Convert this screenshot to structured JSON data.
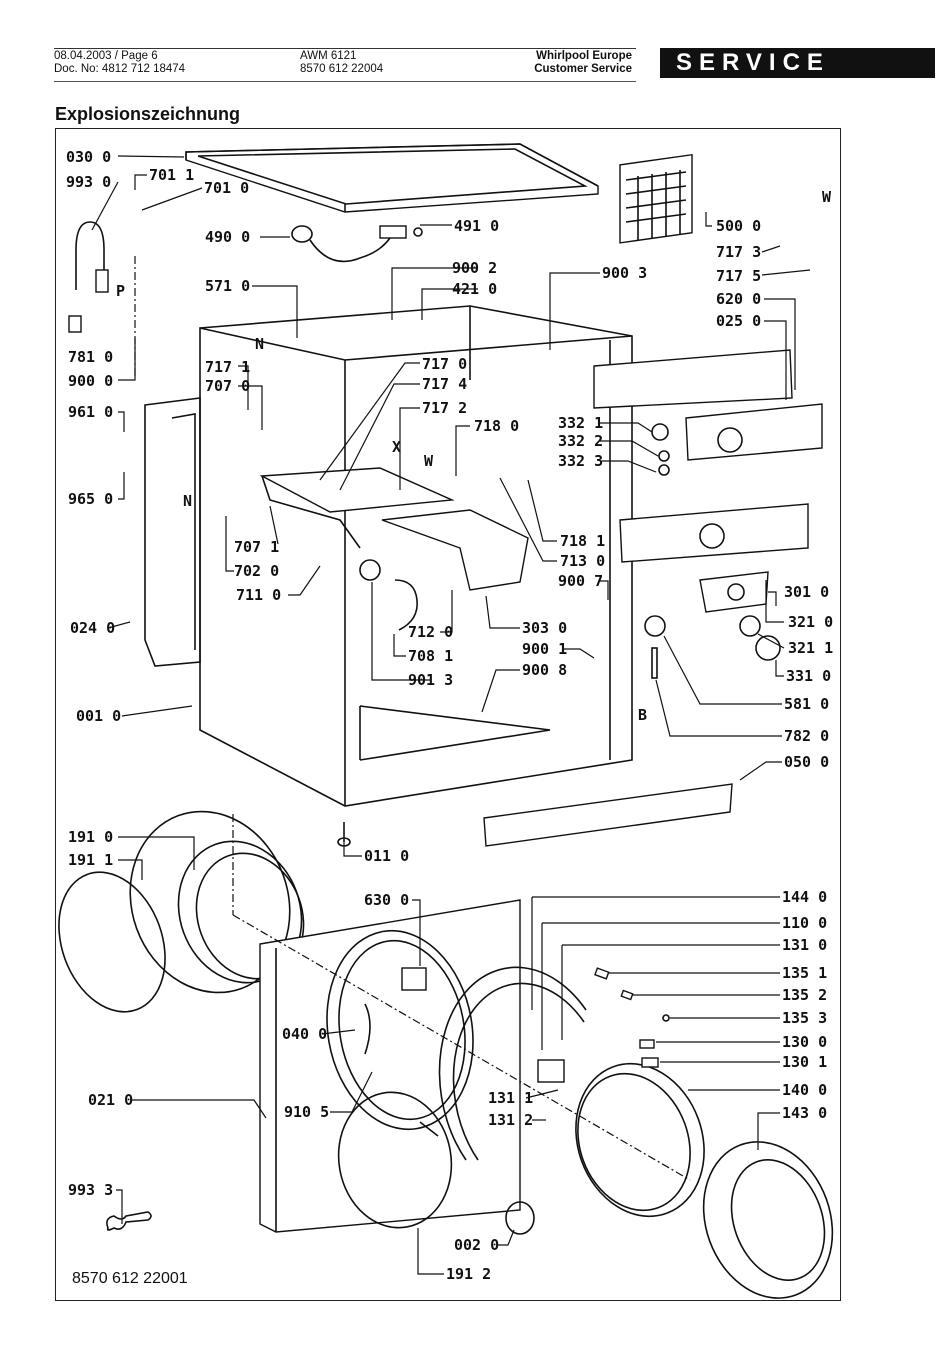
{
  "header": {
    "date_page": "08.04.2003 / Page 6",
    "doc_no": "Doc. No: 4812 712 18474",
    "model": "AWM 6121",
    "model_code": "8570 612 22004",
    "company": "Whirlpool Europe",
    "department": "Customer Service",
    "service_banner": "SERVICE"
  },
  "page_title": "Explosionszeichnung",
  "footer_code": "8570 612 22001",
  "diagram": {
    "description": "Exploded view of washing machine AWM 6121",
    "part_labels": [
      {
        "id": "030 0",
        "area": "top-cover"
      },
      {
        "id": "993 0",
        "area": "top-left"
      },
      {
        "id": "701 1",
        "area": "top-left"
      },
      {
        "id": "701 0",
        "area": "top-left"
      },
      {
        "id": "490 0",
        "area": "top"
      },
      {
        "id": "491 0",
        "area": "top"
      },
      {
        "id": "500 0",
        "area": "top-right"
      },
      {
        "id": "717 3",
        "area": "top-right"
      },
      {
        "id": "717 5",
        "area": "top-right"
      },
      {
        "id": "620 0",
        "area": "top-right"
      },
      {
        "id": "025 0",
        "area": "top-right"
      },
      {
        "id": "571 0",
        "area": "top-left"
      },
      {
        "id": "900 2",
        "area": "top"
      },
      {
        "id": "421 0",
        "area": "top"
      },
      {
        "id": "900 3",
        "area": "top"
      },
      {
        "id": "781 0",
        "area": "left"
      },
      {
        "id": "900 0",
        "area": "left"
      },
      {
        "id": "717 1",
        "area": "left"
      },
      {
        "id": "707 0",
        "area": "left"
      },
      {
        "id": "717 0",
        "area": "middle"
      },
      {
        "id": "717 4",
        "area": "middle"
      },
      {
        "id": "717 2",
        "area": "middle"
      },
      {
        "id": "718 0",
        "area": "middle"
      },
      {
        "id": "332 1",
        "area": "right"
      },
      {
        "id": "332 2",
        "area": "right"
      },
      {
        "id": "332 3",
        "area": "right"
      },
      {
        "id": "961 0",
        "area": "left"
      },
      {
        "id": "965 0",
        "area": "left"
      },
      {
        "id": "718 1",
        "area": "middle-right"
      },
      {
        "id": "713 0",
        "area": "middle-right"
      },
      {
        "id": "900 7",
        "area": "middle-right"
      },
      {
        "id": "707 1",
        "area": "left"
      },
      {
        "id": "702 0",
        "area": "left"
      },
      {
        "id": "711 0",
        "area": "left"
      },
      {
        "id": "301 0",
        "area": "right"
      },
      {
        "id": "321 0",
        "area": "right"
      },
      {
        "id": "321 1",
        "area": "right"
      },
      {
        "id": "331 0",
        "area": "right"
      },
      {
        "id": "024 0",
        "area": "left"
      },
      {
        "id": "712 0",
        "area": "middle"
      },
      {
        "id": "708 1",
        "area": "middle"
      },
      {
        "id": "901 3",
        "area": "middle"
      },
      {
        "id": "303 0",
        "area": "middle"
      },
      {
        "id": "900 1",
        "area": "middle"
      },
      {
        "id": "900 8",
        "area": "middle"
      },
      {
        "id": "581 0",
        "area": "right"
      },
      {
        "id": "782 0",
        "area": "right"
      },
      {
        "id": "050 0",
        "area": "right"
      },
      {
        "id": "001 0",
        "area": "left"
      },
      {
        "id": "191 0",
        "area": "lower-left"
      },
      {
        "id": "191 1",
        "area": "lower-left"
      },
      {
        "id": "011 0",
        "area": "lower-middle"
      },
      {
        "id": "630 0",
        "area": "lower-middle"
      },
      {
        "id": "144 0",
        "area": "lower-right"
      },
      {
        "id": "110 0",
        "area": "lower-right"
      },
      {
        "id": "131 0",
        "area": "lower-right"
      },
      {
        "id": "135 1",
        "area": "lower-right"
      },
      {
        "id": "135 2",
        "area": "lower-right"
      },
      {
        "id": "135 3",
        "area": "lower-right"
      },
      {
        "id": "130 0",
        "area": "lower-right"
      },
      {
        "id": "130 1",
        "area": "lower-right"
      },
      {
        "id": "140 0",
        "area": "lower-right"
      },
      {
        "id": "143 0",
        "area": "lower-right"
      },
      {
        "id": "040 0",
        "area": "lower-middle"
      },
      {
        "id": "021 0",
        "area": "lower-left"
      },
      {
        "id": "910 5",
        "area": "lower-middle"
      },
      {
        "id": "131 1",
        "area": "lower-middle"
      },
      {
        "id": "131 2",
        "area": "lower-middle"
      },
      {
        "id": "993 3",
        "area": "bottom-left"
      },
      {
        "id": "002 0",
        "area": "bottom"
      },
      {
        "id": "191 2",
        "area": "bottom"
      }
    ],
    "letter_markers": [
      "P",
      "N",
      "N",
      "X",
      "W",
      "W",
      "B"
    ]
  }
}
